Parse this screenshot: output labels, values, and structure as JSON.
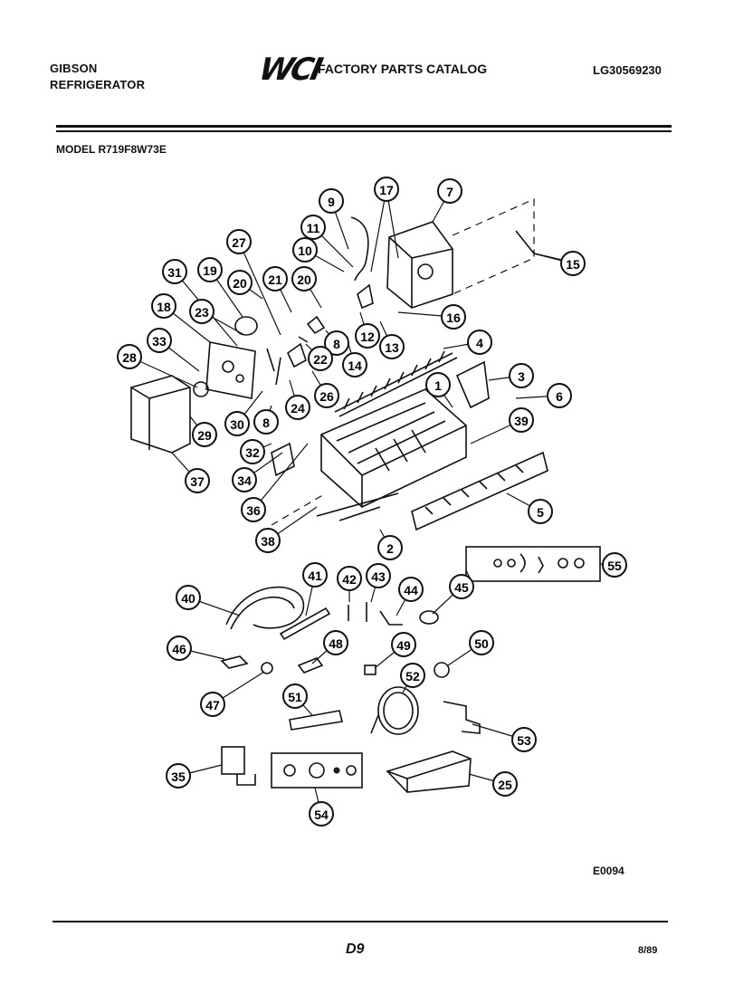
{
  "header": {
    "brand_line1": "GIBSON",
    "brand_line2": "REFRIGERATOR",
    "logo_text": "WCI",
    "catalog_title": "FACTORY PARTS CATALOG",
    "document_number": "LG30569230"
  },
  "model_label": "MODEL R719F8W73E",
  "callouts": [
    {
      "label": "1"
    },
    {
      "label": "2"
    },
    {
      "label": "3"
    },
    {
      "label": "4"
    },
    {
      "label": "5"
    },
    {
      "label": "6"
    },
    {
      "label": "7"
    },
    {
      "label": "8"
    },
    {
      "label": "8"
    },
    {
      "label": "9"
    },
    {
      "label": "10"
    },
    {
      "label": "11"
    },
    {
      "label": "12"
    },
    {
      "label": "13"
    },
    {
      "label": "14"
    },
    {
      "label": "15"
    },
    {
      "label": "16"
    },
    {
      "label": "17"
    },
    {
      "label": "18"
    },
    {
      "label": "19"
    },
    {
      "label": "20"
    },
    {
      "label": "20"
    },
    {
      "label": "21"
    },
    {
      "label": "22"
    },
    {
      "label": "23"
    },
    {
      "label": "24"
    },
    {
      "label": "25"
    },
    {
      "label": "26"
    },
    {
      "label": "27"
    },
    {
      "label": "28"
    },
    {
      "label": "29"
    },
    {
      "label": "30"
    },
    {
      "label": "31"
    },
    {
      "label": "32"
    },
    {
      "label": "33"
    },
    {
      "label": "34"
    },
    {
      "label": "35"
    },
    {
      "label": "36"
    },
    {
      "label": "37"
    },
    {
      "label": "38"
    },
    {
      "label": "39"
    },
    {
      "label": "40"
    },
    {
      "label": "41"
    },
    {
      "label": "42"
    },
    {
      "label": "43"
    },
    {
      "label": "44"
    },
    {
      "label": "45"
    },
    {
      "label": "46"
    },
    {
      "label": "47"
    },
    {
      "label": "48"
    },
    {
      "label": "49"
    },
    {
      "label": "50"
    },
    {
      "label": "51"
    },
    {
      "label": "52"
    },
    {
      "label": "53"
    },
    {
      "label": "54"
    },
    {
      "label": "55"
    }
  ],
  "figure_code": "E0094",
  "page_id": "D9",
  "date": "8/89"
}
